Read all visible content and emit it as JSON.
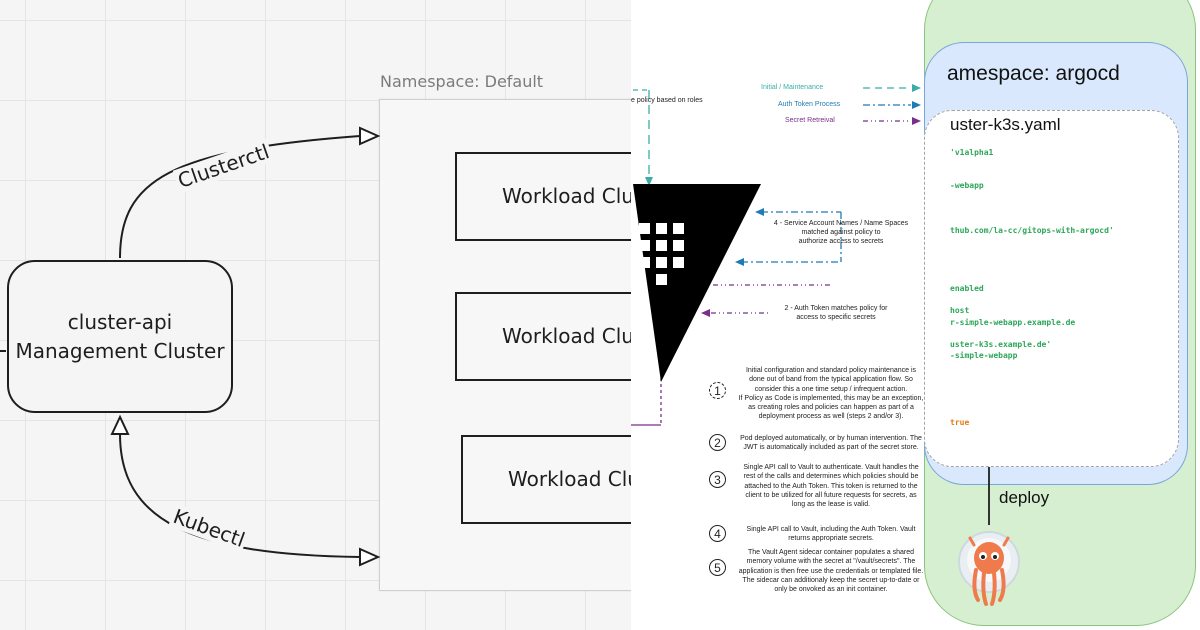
{
  "left": {
    "namespace_label": "Namespace: Default",
    "management": {
      "line1": "cluster-api",
      "line2": "Management Cluster"
    },
    "workloads": [
      "Workload Clu",
      "Workload Clu",
      "Workload Clu"
    ],
    "edges": {
      "top": "Clusterctl",
      "bottom": "Kubectl"
    }
  },
  "middle": {
    "legend": [
      {
        "label": "Initial / Maintenance",
        "color": "#3aaea6"
      },
      {
        "label": "Auth Token Process",
        "color": "#1f7bb5"
      },
      {
        "label": "Secret Retreival",
        "color": "#7b2f8c"
      }
    ],
    "top_fragment": "e policy based on roles",
    "annotation_4": {
      "line1": "4 - Service Account Names / Name Spaces",
      "line2": "matched against policy to",
      "line3": "authorize access to secrets"
    },
    "annotation_2": {
      "line1": "2 - Auth Token matches policy for",
      "line2": "access to specific secrets"
    },
    "steps": [
      {
        "num": "1",
        "lines": [
          "Initial configuration and standard policy maintenance is",
          "done out of band from the typical application flow. So",
          "consider this a one time setup / infrequent action.",
          "If Policy as Code is implemented, this may be an exception,",
          "as creating roles and policies can happen as part of a",
          "deployment process as well (steps 2 and/or 3)."
        ]
      },
      {
        "num": "2",
        "lines": [
          "Pod deployed automatically, or by human intervention. The",
          "JWT is automatically included as part of the secret store."
        ]
      },
      {
        "num": "3",
        "lines": [
          "Single API call to Vault to authenticate. Vault handles the",
          "rest of the calls and determines which policies should be",
          "attached to the Auth Token. This token is returned to the",
          "client to be utilized for all future requests for secrets, as",
          "long as the lease is valid."
        ]
      },
      {
        "num": "4",
        "lines": [
          "Single API call to Vault, including the Auth Token. Vault",
          "returns appropriate secrets."
        ]
      },
      {
        "num": "5",
        "lines": [
          "The Vault Agent sidecar container populates a shared",
          "memory volume with the secret at \"/vault/secrets\". The",
          "application is then free use the credentials or templated file.",
          "The sidecar can additionaly keep the secret up-to-date or",
          "only be onvoked as an init container."
        ]
      }
    ]
  },
  "right": {
    "namespace_title": "amespace: argocd",
    "yaml_title": "uster-k3s.yaml",
    "code": [
      {
        "text": "'v1alpha1",
        "color": "green"
      },
      {
        "text": "-webapp",
        "color": "green"
      },
      {
        "text": "thub.com/la-cc/gitops-with-argocd'",
        "color": "green"
      },
      {
        "text": "enabled",
        "color": "green"
      },
      {
        "text": "host",
        "color": "green"
      },
      {
        "text": "r-simple-webapp.example.de",
        "color": "green"
      },
      {
        "text": "uster-k3s.example.de'",
        "color": "green"
      },
      {
        "text": "-simple-webapp",
        "color": "green"
      },
      {
        "text": "true",
        "color": "orange"
      }
    ],
    "deploy_label": "deploy"
  }
}
